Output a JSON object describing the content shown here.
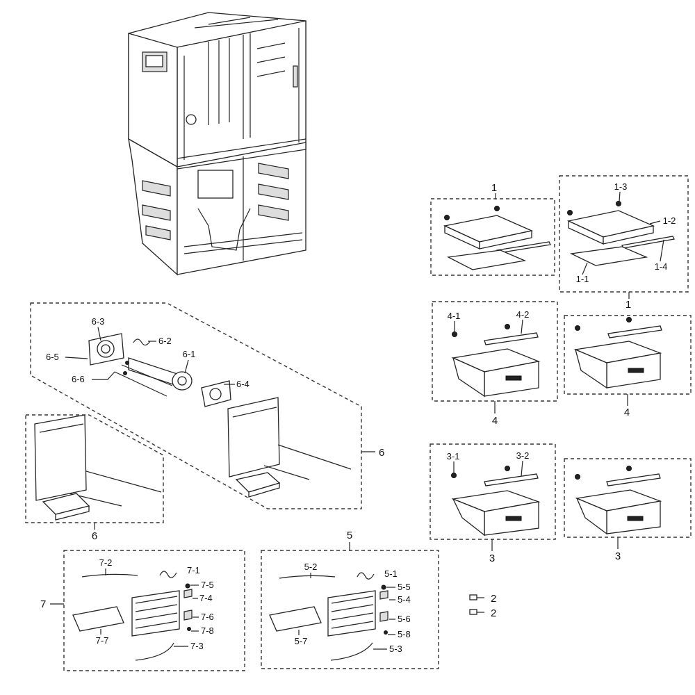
{
  "labels": {
    "l_1a": "1",
    "l_1b": "1",
    "l_1_1": "1-1",
    "l_1_2": "1-2",
    "l_1_3": "1-3",
    "l_1_4": "1-4",
    "l_4a": "4",
    "l_4b": "4",
    "l_4_1": "4-1",
    "l_4_2": "4-2",
    "l_3a": "3",
    "l_3b": "3",
    "l_3_1": "3-1",
    "l_3_2": "3-2",
    "l_2a": "2",
    "l_2b": "2",
    "l_6a": "6",
    "l_6b": "6",
    "l_6_1": "6-1",
    "l_6_2": "6-2",
    "l_6_3": "6-3",
    "l_6_4": "6-4",
    "l_6_5": "6-5",
    "l_6_6": "6-6",
    "l_5": "5",
    "l_5_1": "5-1",
    "l_5_2": "5-2",
    "l_5_3": "5-3",
    "l_5_4": "5-4",
    "l_5_5": "5-5",
    "l_5_6": "5-6",
    "l_5_7": "5-7",
    "l_5_8": "5-8",
    "l_7": "7",
    "l_7_1": "7-1",
    "l_7_2": "7-2",
    "l_7_3": "7-3",
    "l_7_4": "7-4",
    "l_7_5": "7-5",
    "l_7_6": "7-6",
    "l_7_7": "7-7",
    "l_7_8": "7-8"
  },
  "colors": {
    "line": "#222222",
    "background": "#ffffff"
  }
}
